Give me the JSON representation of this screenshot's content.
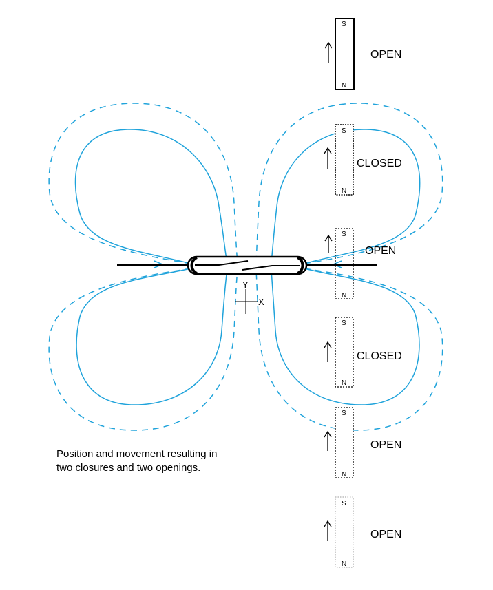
{
  "diagram": {
    "caption_line1": "Position and movement resulting in",
    "caption_line2": "two closures and two openings.",
    "axis": {
      "y_label": "Y",
      "x_label": "X"
    },
    "magnets": [
      {
        "state": "OPEN",
        "top_pole": "S",
        "bottom_pole": "N",
        "style": "solid"
      },
      {
        "state": "CLOSED",
        "top_pole": "S",
        "bottom_pole": "N",
        "style": "dense-dotted"
      },
      {
        "state": "OPEN",
        "top_pole": "S",
        "bottom_pole": "N",
        "style": "dotted"
      },
      {
        "state": "CLOSED",
        "top_pole": "S",
        "bottom_pole": "N",
        "style": "dotted"
      },
      {
        "state": "OPEN",
        "top_pole": "S",
        "bottom_pole": "N",
        "style": "dotted"
      },
      {
        "state": "OPEN",
        "top_pole": "S",
        "bottom_pole": "N",
        "style": "faint-dotted"
      }
    ],
    "colors": {
      "field_line": "#1fa3db",
      "ink": "#000000",
      "faint": "#9a9a9a"
    }
  }
}
